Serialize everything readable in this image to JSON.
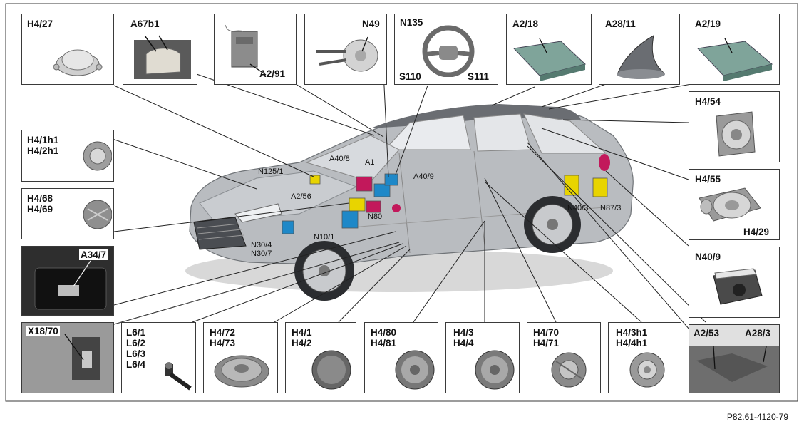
{
  "boxes": {
    "h4_27": "H4/27",
    "a67b1": "A67b1",
    "a2_91": "A2/91",
    "n49": "N49",
    "n135": "N135",
    "s110": "S110",
    "s111": "S111",
    "a2_18": "A2/18",
    "a28_11": "A28/11",
    "a2_19": "A2/19",
    "h4_54": "H4/54",
    "h4_1h1": "H4/1h1\nH4/2h1",
    "h4_68": "H4/68\nH4/69",
    "h4_55": "H4/55",
    "h4_29": "H4/29",
    "a34_7": "A34/7",
    "n40_9": "N40/9",
    "x18_70": "X18/70",
    "l6": "L6/1\nL6/2\nL6/3\nL6/4",
    "h4_72": "H4/72\nH4/73",
    "h4_1": "H4/1\nH4/2",
    "h4_80": "H4/80\nH4/81",
    "h4_3": "H4/3\nH4/4",
    "h4_70": "H4/70\nH4/71",
    "h4_3h1": "H4/3h1\nH4/4h1",
    "a2_53": "A2/53",
    "a28_3": "A28/3"
  },
  "car_tags": {
    "n125_1": "N125/1",
    "a40_8": "A40/8",
    "a1": "A1",
    "a40_9": "A40/9",
    "a2_56": "A2/56",
    "n80": "N80",
    "n10_1": "N10/1",
    "n30": "N30/4\nN30/7",
    "n40_3": "N40/3",
    "n87_3": "N87/3"
  },
  "footer": "P82.61-4120-79"
}
